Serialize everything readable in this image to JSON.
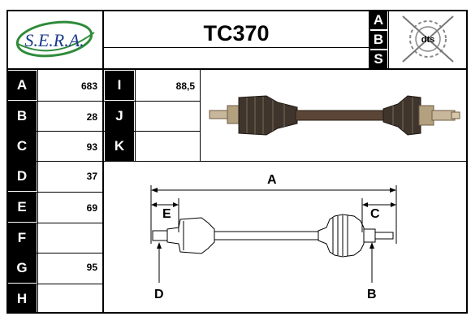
{
  "header": {
    "logo_text": "S.E.R.A.",
    "part_code": "TC370",
    "side_letters": [
      "A",
      "B",
      "S"
    ],
    "stamp_text": "dts"
  },
  "specs": [
    {
      "label": "A",
      "value": "683"
    },
    {
      "label": "B",
      "value": "28"
    },
    {
      "label": "C",
      "value": "93"
    },
    {
      "label": "D",
      "value": "37"
    },
    {
      "label": "E",
      "value": "69"
    },
    {
      "label": "F",
      "value": ""
    },
    {
      "label": "G",
      "value": "95"
    },
    {
      "label": "H",
      "value": ""
    },
    {
      "label": "I",
      "value": "88,5"
    },
    {
      "label": "J",
      "value": ""
    },
    {
      "label": "K",
      "value": ""
    }
  ],
  "diagram": {
    "dim_a": "A",
    "dim_b": "B",
    "dim_c": "C",
    "dim_d": "D",
    "dim_e": "E"
  },
  "colors": {
    "logo_green": "#2e8b3a",
    "logo_text": "#1a3a8c",
    "shaft_dark": "#5a4536"
  }
}
